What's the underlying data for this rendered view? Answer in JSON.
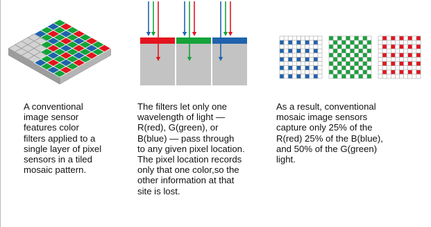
{
  "colors": {
    "red": "#e3141e",
    "green": "#15a33a",
    "blue": "#1f63ad",
    "sensor_gray": "#c3c3c3",
    "grid_line": "#a9a9a9"
  },
  "panels": [
    {
      "id": "sensor",
      "caption_lines": [
        "A conventional",
        "image sensor",
        "features color",
        "filters applied to a",
        "single layer of pixel",
        "sensors in a tiled",
        "mosaic pattern."
      ]
    },
    {
      "id": "filters",
      "caption_lines": [
        "The filters let only one",
        "wavelength of light —",
        "R(red), G(green), or",
        "B(blue) — pass through",
        "to any given pixel location.",
        "The pixel location records",
        "only that one color,so the",
        "other information at that",
        "site is lost."
      ]
    },
    {
      "id": "capture",
      "caption_lines": [
        "As a result, conventional",
        "mosaic image sensors",
        "capture only 25% of the",
        "R(red) 25% of the B(blue),",
        "and 50% of the G(green)",
        "light."
      ]
    }
  ],
  "icons": [
    "bayer-sensor-icon",
    "light-filter-icon",
    "color-sampling-grids-icon"
  ]
}
